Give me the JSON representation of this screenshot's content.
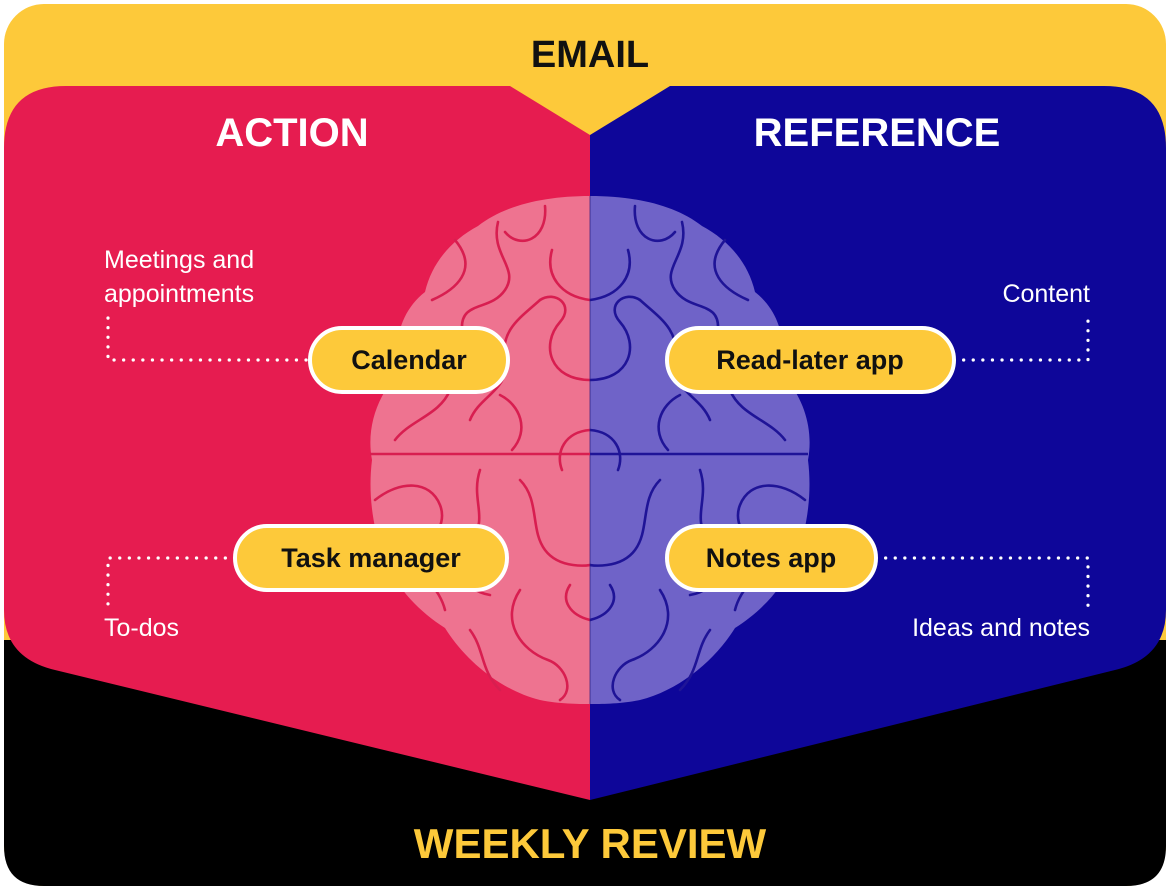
{
  "top_band": {
    "label": "EMAIL",
    "color": "#FDC93A"
  },
  "bottom_band": {
    "label": "WEEKLY REVIEW",
    "color": "#000000",
    "label_color": "#FDC93A"
  },
  "action": {
    "heading": "ACTION",
    "color": "#E61C50",
    "brain_color": "#EE7390",
    "fold_color": "#D81E50",
    "calendar": {
      "pill": "Calendar",
      "note_line1": "Meetings and",
      "note_line2": "appointments"
    },
    "tasks": {
      "pill": "Task manager",
      "note": "To-dos"
    }
  },
  "reference": {
    "heading": "REFERENCE",
    "color": "#0E0699",
    "brain_color": "#6F63C8",
    "fold_color": "#1F1497",
    "read_later": {
      "pill": "Read-later app",
      "note": "Content"
    },
    "notes": {
      "pill": "Notes app",
      "note": "Ideas and notes"
    }
  },
  "icons": {
    "center": "brain-icon"
  },
  "pill_color": "#FDC93A"
}
